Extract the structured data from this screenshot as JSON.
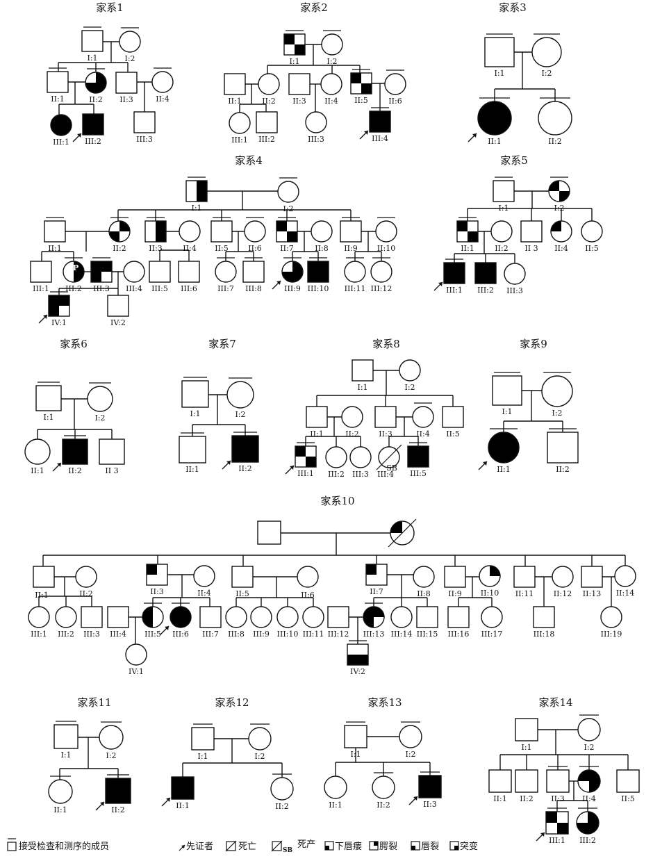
{
  "families": [
    {
      "title": "家系1",
      "labels": [
        "I:1",
        "I:2",
        "II:1",
        "II:2",
        "II:3",
        "II:4",
        "III:1",
        "III:2",
        "III:3"
      ]
    },
    {
      "title": "家系2",
      "labels": [
        "I:1",
        "I:2",
        "II:1",
        "II:2",
        "II:3",
        "II:4",
        "II:5",
        "II:6",
        "III:1",
        "III:2",
        "III:3",
        "III:4"
      ]
    },
    {
      "title": "家系3",
      "labels": [
        "I:1",
        "I:2",
        "II:1",
        "II:2"
      ]
    },
    {
      "title": "家系4",
      "labels": [
        "I:1",
        "I:2",
        "II:1",
        "II:2",
        "II:3",
        "II:4",
        "II:5",
        "II:6",
        "II:7",
        "II:8",
        "II:9",
        "II:10",
        "III:1",
        "III:2",
        "III:3",
        "III:4",
        "III:5",
        "III:6",
        "III:7",
        "III:8",
        "III:9",
        "III:10",
        "III:11",
        "III:12",
        "IV:1",
        "IV:2"
      ],
      "marker": "P"
    },
    {
      "title": "家系5",
      "labels": [
        "I:1",
        "I:2",
        "II:1",
        "II:2",
        "II 3",
        "II:4",
        "II:5",
        "III:1",
        "III:2",
        "III:3"
      ]
    },
    {
      "title": "家系6",
      "labels": [
        "I:1",
        "I:2",
        "II:1",
        "II:2",
        "II 3"
      ]
    },
    {
      "title": "家系7",
      "labels": [
        "I:1",
        "I:2",
        "II:1",
        "II:2"
      ]
    },
    {
      "title": "家系8",
      "labels": [
        "I:1",
        "I:2",
        "II:1",
        "II:2",
        "II:3",
        "II:4",
        "II:5",
        "III:1",
        "III:2",
        "III:3",
        "III:4",
        "III:5"
      ],
      "marker": "SB"
    },
    {
      "title": "家系9",
      "labels": [
        "I:1",
        "I:2",
        "II:1",
        "II:2"
      ]
    },
    {
      "title": "家系10",
      "labels": [
        "II:1",
        "II:2",
        "II:3",
        "II:4",
        "II:5",
        "II:6",
        "II:7",
        "II:8",
        "II:9",
        "II:10",
        "II:11",
        "II:12",
        "II:13",
        "II:14",
        "III:1",
        "III:2",
        "III:3",
        "III:4",
        "III:5",
        "III:6",
        "III:7",
        "III:8",
        "III:9",
        "III:10",
        "III:11",
        "III:12",
        "III:13",
        "III:14",
        "III:15",
        "III:16",
        "III:17",
        "III:18",
        "III:19",
        "IV:1",
        "IV:2"
      ]
    },
    {
      "title": "家系11",
      "labels": [
        "I:1",
        "I:2",
        "II:1",
        "II:2"
      ]
    },
    {
      "title": "家系12",
      "labels": [
        "I:1",
        "I:2",
        "II:1",
        "II:2"
      ]
    },
    {
      "title": "家系13",
      "labels": [
        "I:1",
        "I:2",
        "II:1",
        "II:2",
        "II:3"
      ]
    },
    {
      "title": "家系14",
      "labels": [
        "I:1",
        "I:2",
        "II:1",
        "II:2",
        "II:3",
        "II:4",
        "II:5",
        "III:1",
        "III:2"
      ]
    }
  ],
  "legend": [
    {
      "icon": "tested-member-icon",
      "text": "接受检查和测序的成员"
    },
    {
      "icon": "proband-arrow-icon",
      "text": "先证者"
    },
    {
      "icon": "deceased-icon",
      "text": "死亡"
    },
    {
      "icon": "stillbirth-icon",
      "sub": "SB",
      "text": "死产"
    },
    {
      "icon": "lower-lip-pit-icon",
      "text": "下唇瘘"
    },
    {
      "icon": "cleft-palate-icon",
      "text": "腭裂"
    },
    {
      "icon": "cleft-lip-icon",
      "text": "唇裂"
    },
    {
      "icon": "mutation-icon",
      "text": "突变"
    }
  ]
}
